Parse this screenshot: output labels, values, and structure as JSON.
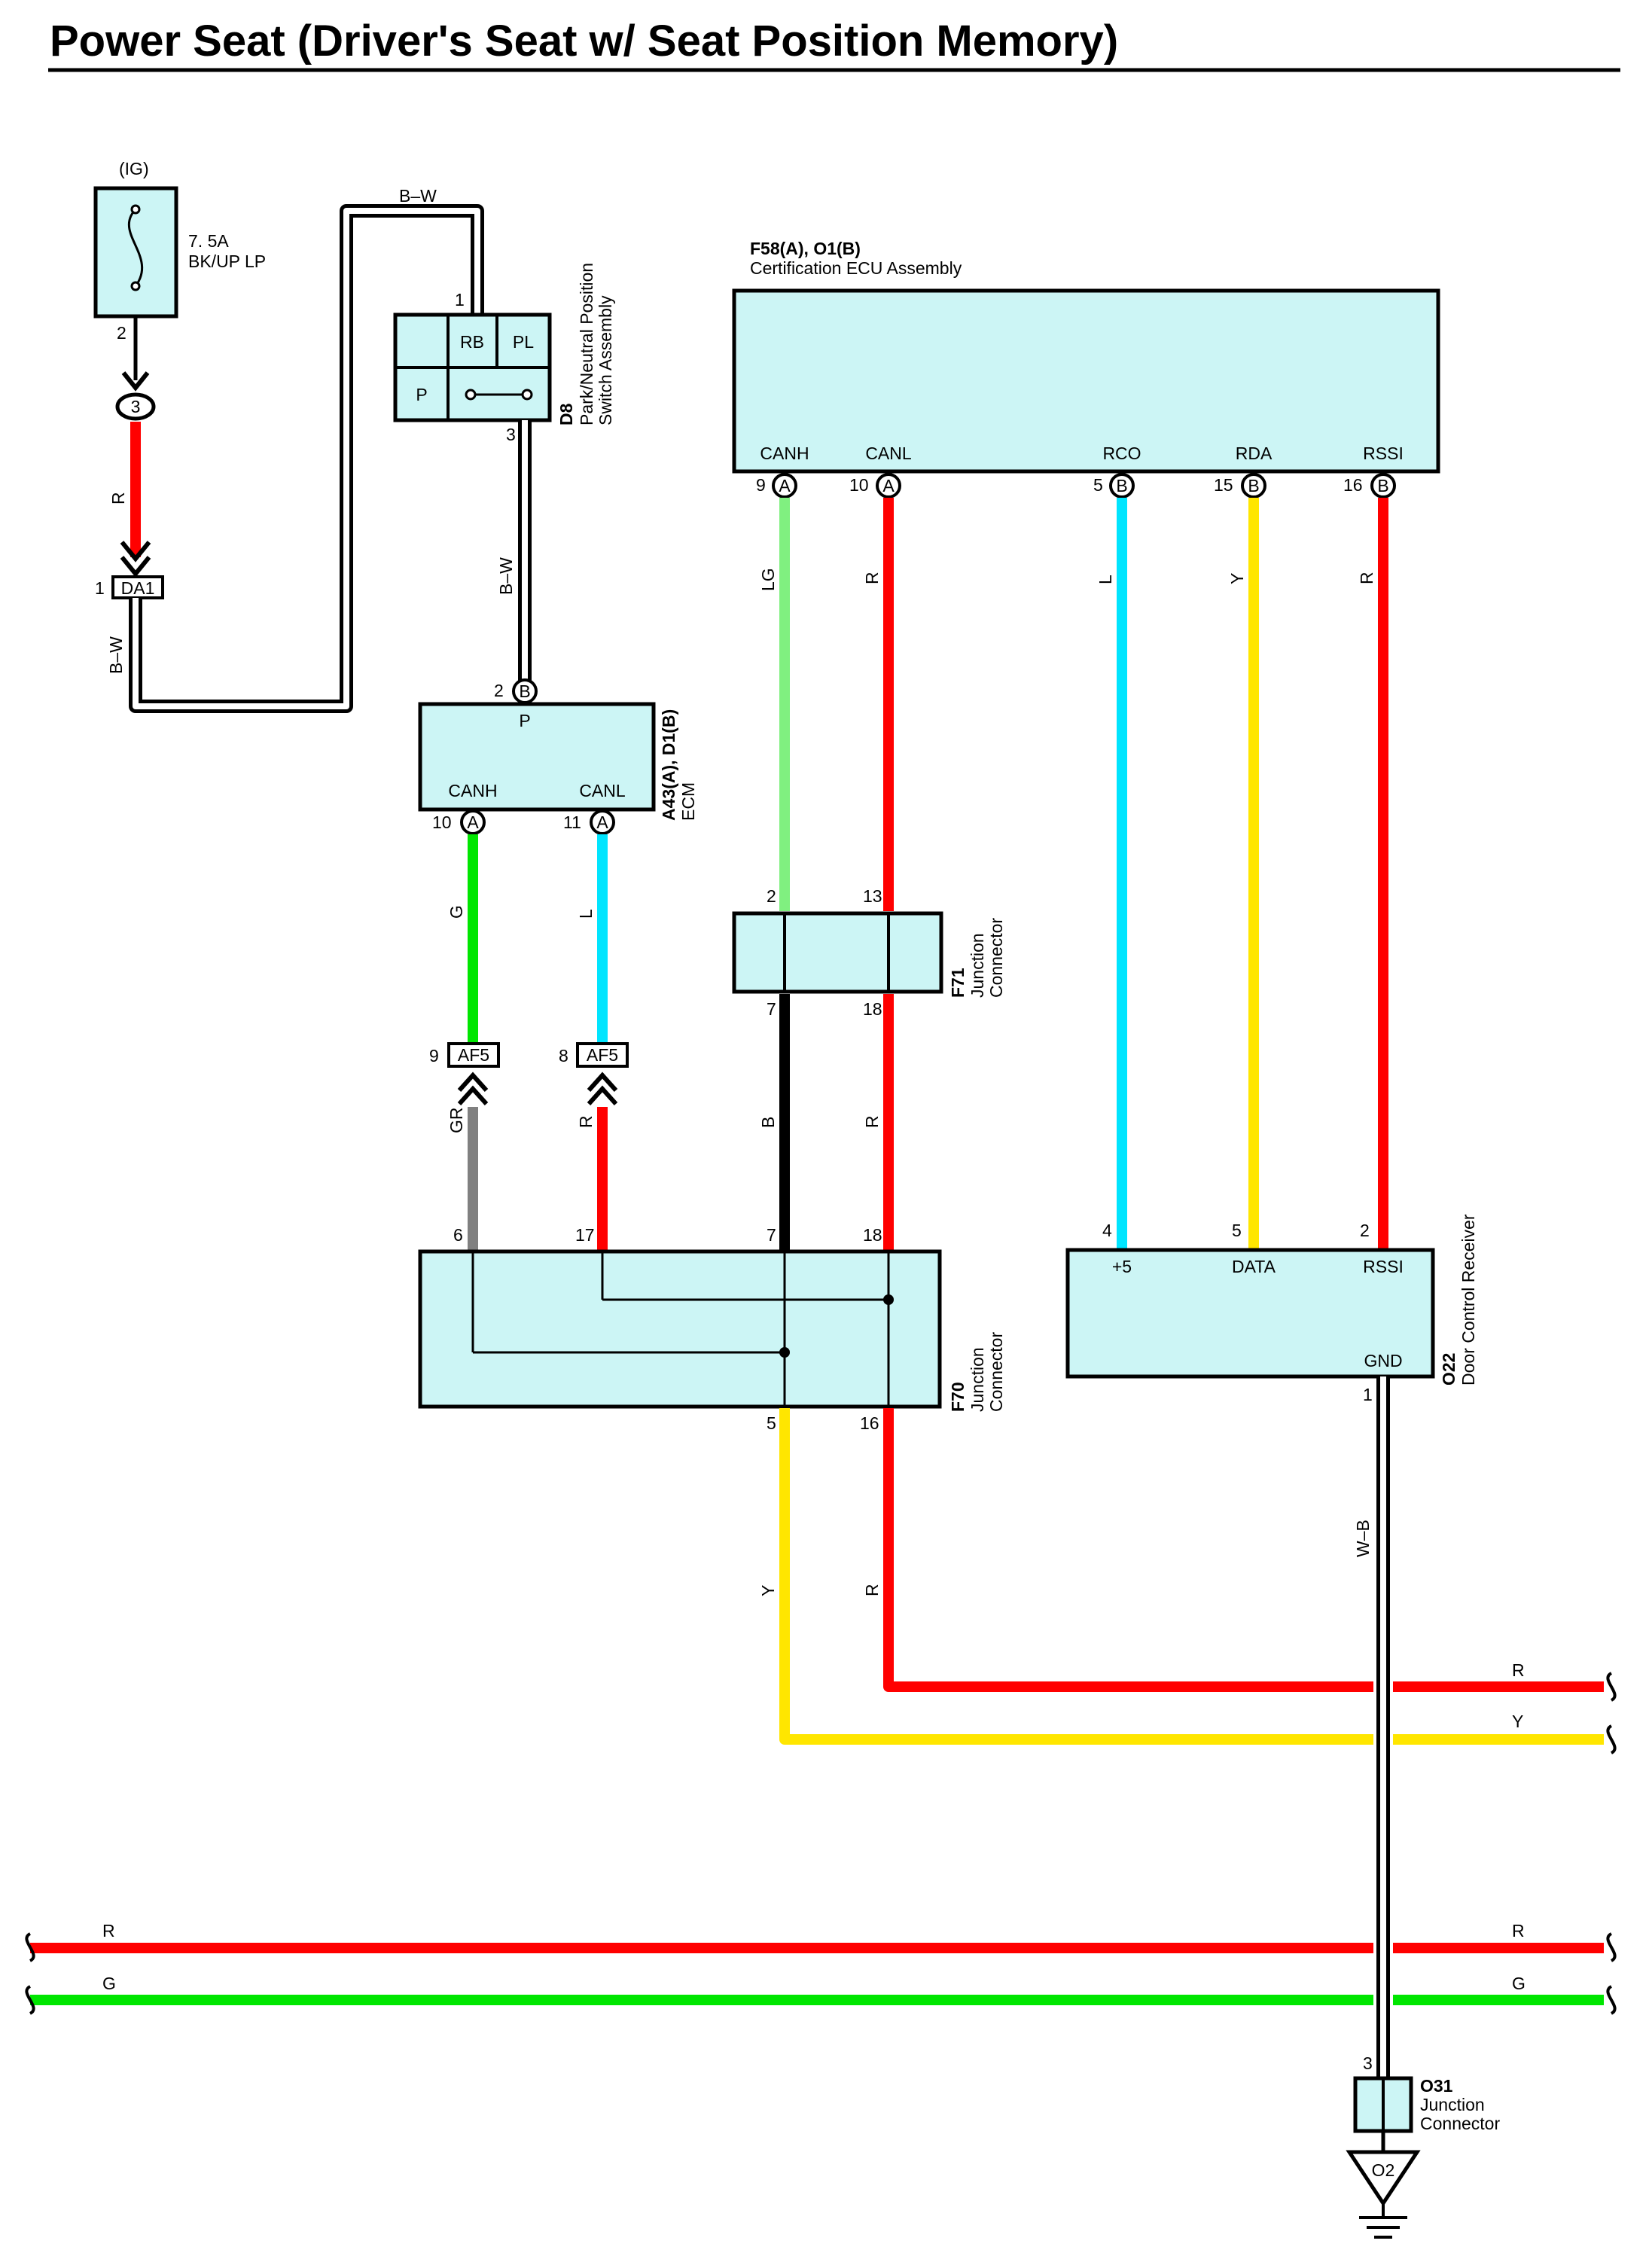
{
  "title": "Power Seat (Driver's Seat w/ Seat Position Memory)",
  "colors": {
    "box_fill": "#ccf5f5",
    "R": "#ff0000",
    "G": "#00e600",
    "LG": "#80f080",
    "L": "#00e5ff",
    "Y": "#ffe600",
    "GR": "#808080",
    "B": "#000000",
    "B-W": "#000000",
    "W-B": "#000000"
  },
  "fuse": {
    "source": "(IG)",
    "rating": "7. 5A",
    "name": "BK/UP LP",
    "pin": "2",
    "junction_number": "3"
  },
  "connector_da1": {
    "name": "DA1",
    "pin": "1"
  },
  "d8": {
    "code": "D8",
    "name_line1": "Park/Neutral Position",
    "name_line2": "Switch Assembly",
    "terminal_rb": "RB",
    "terminal_pl": "PL",
    "terminal_p": "P",
    "pin_top": "1",
    "pin_bottom": "3"
  },
  "ecm": {
    "code": "A43(A), D1(B)",
    "name": "ECM",
    "terminal_p": "P",
    "terminal_canh": "CANH",
    "terminal_canl": "CANL",
    "pin_p": "2",
    "pin_canh": "10",
    "pin_canl": "11",
    "conn_b": "B",
    "conn_a": "A"
  },
  "cert_ecu": {
    "code": "F58(A), O1(B)",
    "name": "Certification ECU Assembly",
    "terminals": [
      {
        "label": "CANH",
        "pin": "9",
        "conn": "A"
      },
      {
        "label": "CANL",
        "pin": "10",
        "conn": "A"
      },
      {
        "label": "RCO",
        "pin": "5",
        "conn": "B"
      },
      {
        "label": "RDA",
        "pin": "15",
        "conn": "B"
      },
      {
        "label": "RSSI",
        "pin": "16",
        "conn": "B"
      }
    ]
  },
  "f71": {
    "code": "F71",
    "name_line1": "Junction",
    "name_line2": "Connector",
    "pins": {
      "top_left": "2",
      "top_right": "13",
      "bottom_left": "7",
      "bottom_right": "18"
    }
  },
  "af5": {
    "name": "AF5",
    "pin_left": "9",
    "pin_right": "8"
  },
  "f70": {
    "code": "F70",
    "name_line1": "Junction",
    "name_line2": "Connector",
    "pins_top": [
      "6",
      "17",
      "7",
      "18"
    ],
    "pins_bottom": [
      "5",
      "16"
    ]
  },
  "o22": {
    "code": "O22",
    "name": "Door Control Receiver",
    "terminals": [
      {
        "label": "+5",
        "pin": "4"
      },
      {
        "label": "DATA",
        "pin": "5"
      },
      {
        "label": "RSSI",
        "pin": "2"
      }
    ],
    "gnd_label": "GND",
    "gnd_pin": "1"
  },
  "o31": {
    "code": "O31",
    "name_line1": "Junction",
    "name_line2": "Connector",
    "pin": "3",
    "ground": "O2"
  },
  "wire_labels": {
    "b_w": "B–W",
    "w_b": "W–B",
    "r": "R",
    "lg": "LG",
    "l": "L",
    "y": "Y",
    "g": "G",
    "gr": "GR",
    "b": "B"
  }
}
